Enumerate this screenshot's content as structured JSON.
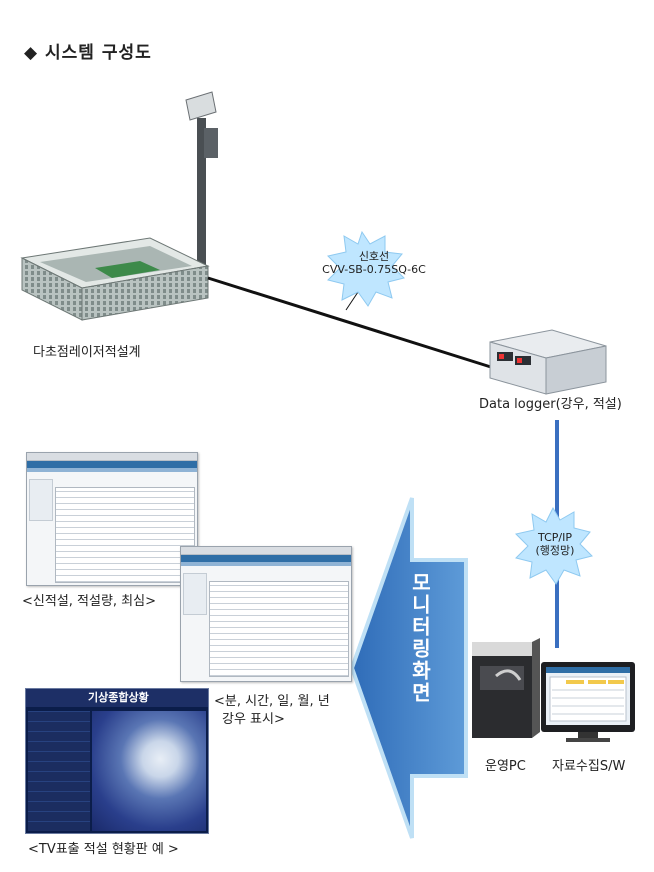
{
  "title": "◆ 시스템 구성도",
  "labels": {
    "sensor": "다초점레이저적설계",
    "logger": "Data logger(강우, 적설)",
    "pc": "운영PC",
    "sw": "자료수집S/W",
    "screen1": "<신적설, 적설량, 최심>",
    "screen2_line1": "<분, 시간, 일, 월, 년",
    "screen2_line2": "강우 표시>",
    "screen3": "<TV표출 적설 현황판 예 >",
    "monitor_arrow": "모니터링화면"
  },
  "bursts": {
    "signal_line1": "신호선",
    "signal_line2": "CVV-SB-0.75SQ-6C",
    "tcp_line1": "TCP/IP",
    "tcp_line2": "(행정망)"
  },
  "tv": {
    "header": "기상종합상황"
  },
  "colors": {
    "arrow_fill": "#3b78c3",
    "burst_fill": "#bfe6ff",
    "cable": "#111111",
    "network_line": "#3a6fc0"
  }
}
